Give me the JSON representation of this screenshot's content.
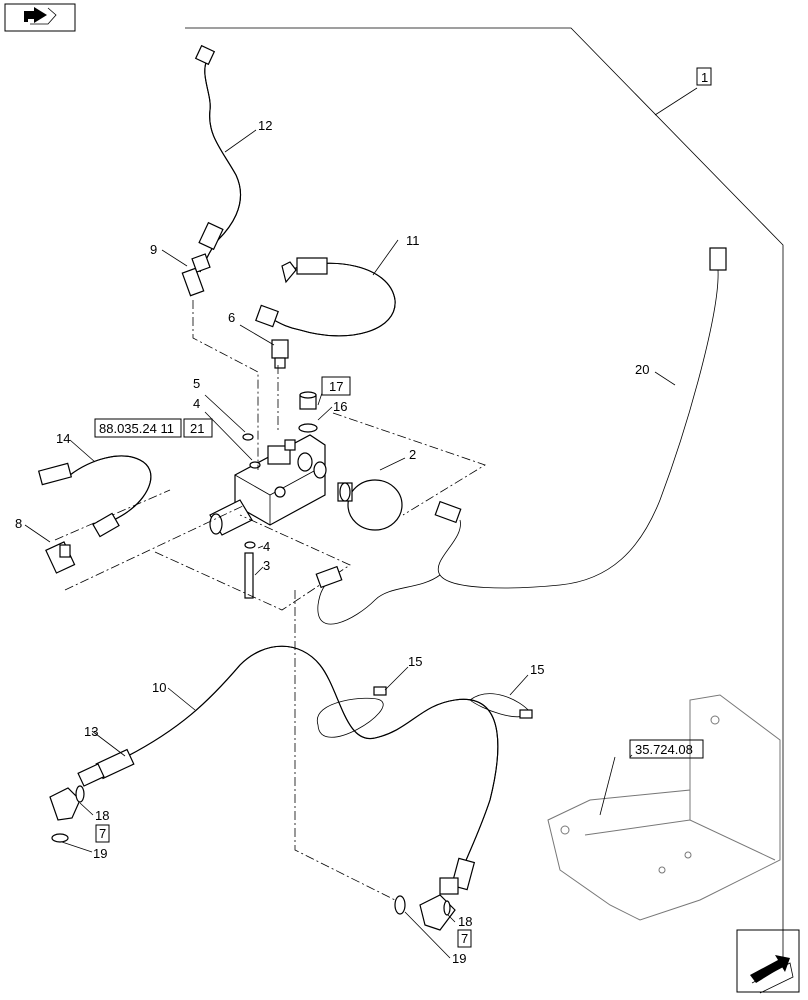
{
  "diagram": {
    "callouts": [
      {
        "id": "c1",
        "text": "1",
        "boxed": true
      },
      {
        "id": "c2",
        "text": "2",
        "boxed": false
      },
      {
        "id": "c3",
        "text": "3",
        "boxed": false
      },
      {
        "id": "c4a",
        "text": "4",
        "boxed": false
      },
      {
        "id": "c4b",
        "text": "4",
        "boxed": false
      },
      {
        "id": "c5",
        "text": "5",
        "boxed": false
      },
      {
        "id": "c6",
        "text": "6",
        "boxed": false
      },
      {
        "id": "c7a",
        "text": "7",
        "boxed": true
      },
      {
        "id": "c7b",
        "text": "7",
        "boxed": true
      },
      {
        "id": "c8",
        "text": "8",
        "boxed": false
      },
      {
        "id": "c9",
        "text": "9",
        "boxed": false
      },
      {
        "id": "c10",
        "text": "10",
        "boxed": false
      },
      {
        "id": "c11",
        "text": "11",
        "boxed": false
      },
      {
        "id": "c12",
        "text": "12",
        "boxed": false
      },
      {
        "id": "c13",
        "text": "13",
        "boxed": false
      },
      {
        "id": "c14",
        "text": "14",
        "boxed": false
      },
      {
        "id": "c15a",
        "text": "15",
        "boxed": false
      },
      {
        "id": "c15b",
        "text": "15",
        "boxed": false
      },
      {
        "id": "c16",
        "text": "16",
        "boxed": false
      },
      {
        "id": "c17",
        "text": "17",
        "boxed": true
      },
      {
        "id": "c18a",
        "text": "18",
        "boxed": false
      },
      {
        "id": "c18b",
        "text": "18",
        "boxed": false
      },
      {
        "id": "c19a",
        "text": "19",
        "boxed": false
      },
      {
        "id": "c19b",
        "text": "19",
        "boxed": false
      },
      {
        "id": "c20",
        "text": "20",
        "boxed": false
      },
      {
        "id": "c21",
        "text": "21",
        "boxed": true
      }
    ],
    "references": [
      {
        "id": "ref1",
        "text": "88.035.24 11"
      },
      {
        "id": "ref2",
        "text": "35.724.08"
      }
    ],
    "icons": {
      "top_left": "book-arrow-icon",
      "bottom_right": "next-page-arrow-icon"
    }
  }
}
